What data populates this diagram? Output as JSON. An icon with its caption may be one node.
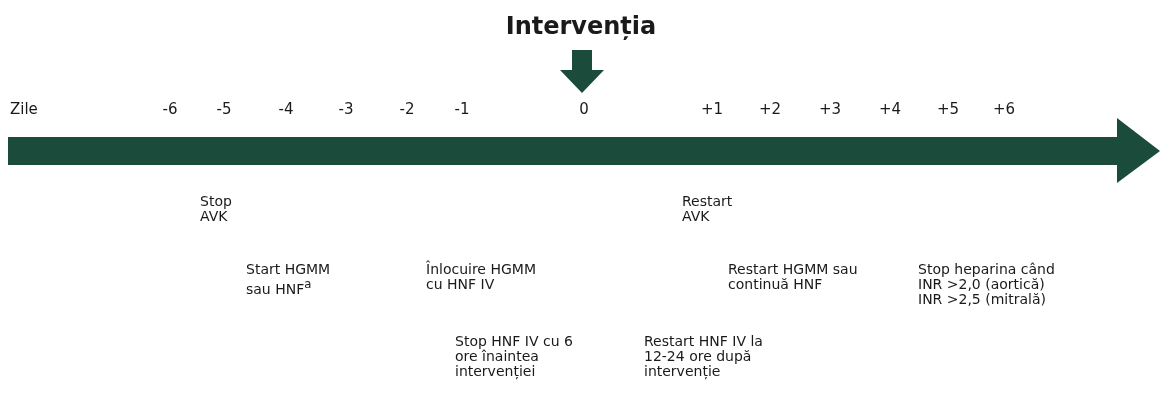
{
  "diagram": {
    "title": "Intervenția",
    "labels": [
      "Zile",
      "-6",
      "-5",
      "-4",
      "-3",
      "-2",
      "-1",
      "0",
      "+1",
      "+2",
      "+3",
      "+4",
      "+5",
      "+6",
      "Stop AVK",
      "Restart AVK",
      "Start HGMM sau HNF$^{a}$",
      "Înlocuire HGMM cu HNF IV",
      "Restart HGMM sau continuă HNF",
      "Stop heparina când INR >2,0 (aortică) INR >2,5 (mitrală)",
      "Stop HNF IV cu 6 ore înaintea intervenției",
      "Restart HNF IV la 12-24 ore după intervenție"
    ]
  }
}
